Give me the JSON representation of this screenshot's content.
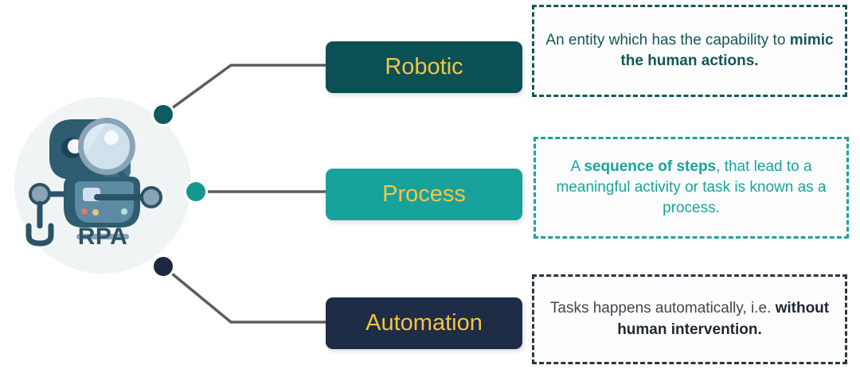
{
  "hub": {
    "label": "RPA",
    "icon_name": "robot-with-magnifier-icon",
    "circle_color": "#f1f4f4",
    "label_color": "#2b5366"
  },
  "branches": [
    {
      "id": "robotic",
      "term": "Robotic",
      "term_bg": "#0a5156",
      "term_color": "#f5c344",
      "dot_color": "#0e5b5e",
      "border_color": "#13565c",
      "text_color": "#13565c",
      "description_plain": "An entity which has the capability to mimic the human actions.",
      "description_parts": [
        {
          "text": "An entity which has the capability to ",
          "bold": false
        },
        {
          "text": "mimic the human actions.",
          "bold": true
        }
      ]
    },
    {
      "id": "process",
      "term": "Process",
      "term_bg": "#17a39b",
      "term_color": "#f5c344",
      "dot_color": "#16988f",
      "border_color": "#18a49b",
      "text_color": "#18a49b",
      "description_plain": "A sequence of steps, that lead to a meaningful activity or task is known as a process.",
      "description_parts": [
        {
          "text": "A ",
          "bold": false
        },
        {
          "text": "sequence of steps",
          "bold": true
        },
        {
          "text": ", that lead to a meaningful activity or task is known as a process.",
          "bold": false
        }
      ]
    },
    {
      "id": "automation",
      "term": "Automation",
      "term_bg": "#1e2c45",
      "term_color": "#f5c344",
      "dot_color": "#1c2840",
      "border_color": "#2b3442",
      "text_color": "#41474f",
      "description_plain": "Tasks happens automatically, i.e. without human intervention.",
      "description_parts": [
        {
          "text": "Tasks happens automatically, i.e. ",
          "bold": false
        },
        {
          "text": "without human intervention.",
          "bold": true
        }
      ]
    }
  ],
  "connector_line_color": "#5a5e60"
}
